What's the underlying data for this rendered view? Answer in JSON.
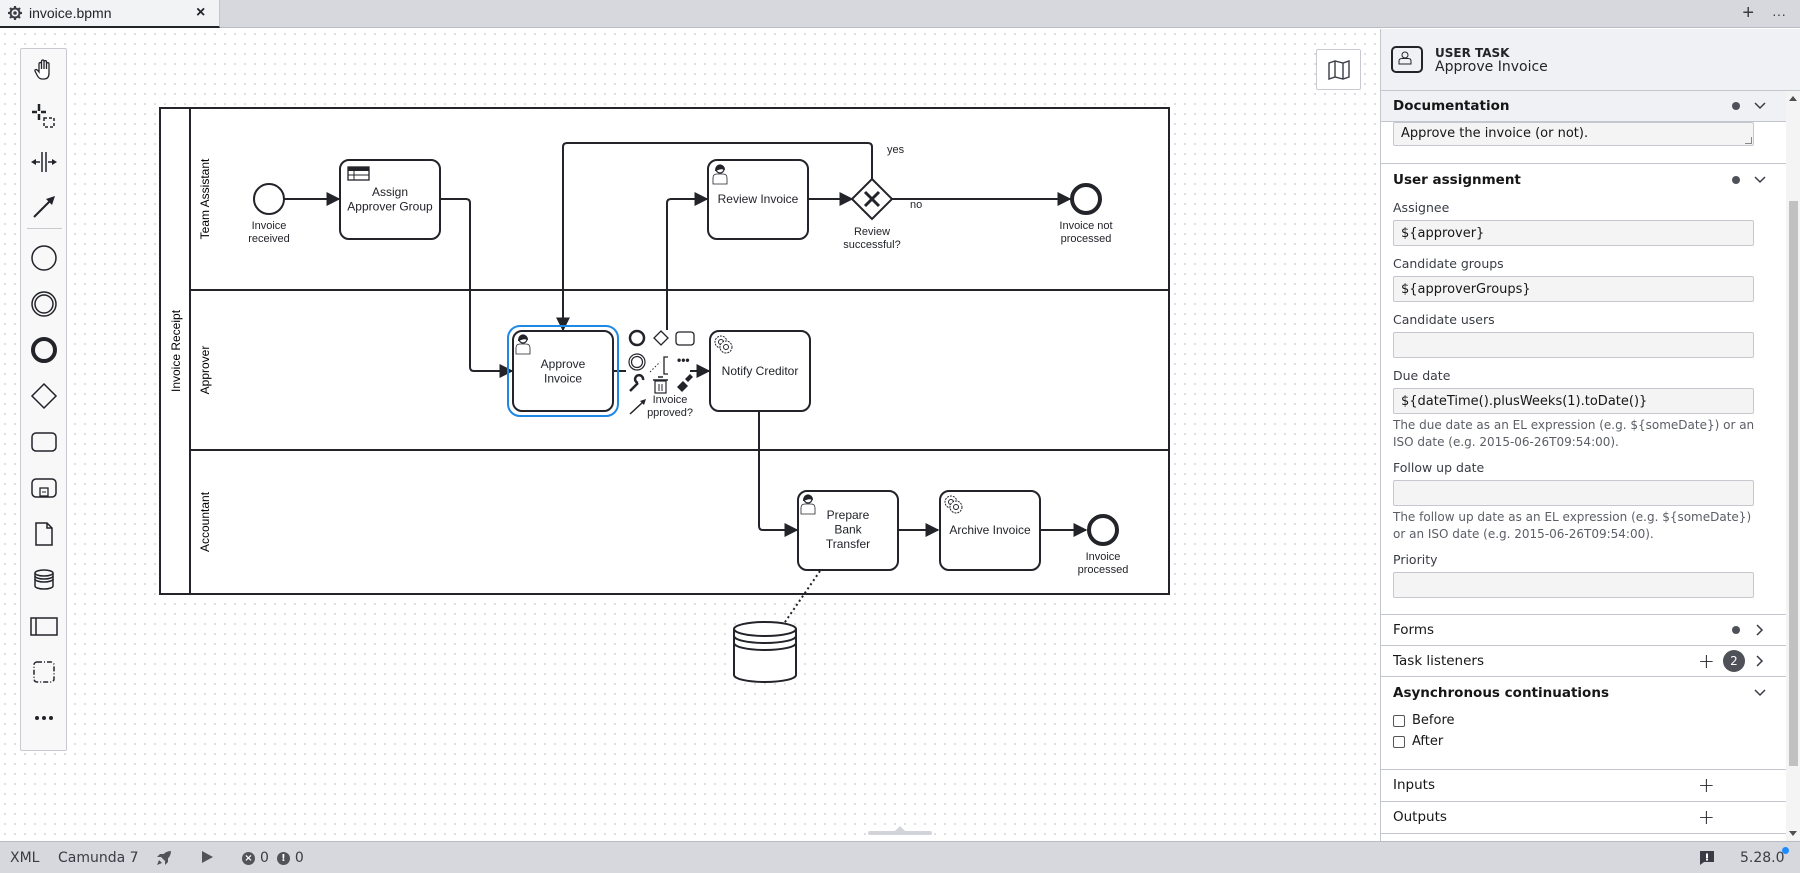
{
  "tabbar": {
    "tab_label": "invoice.bpmn",
    "close_symbol": "×",
    "add_symbol": "+",
    "more_symbol": "···"
  },
  "palette": {
    "tools": [
      {
        "name": "hand-tool",
        "icon": "hand-icon"
      },
      {
        "name": "lasso-tool",
        "icon": "lasso-icon"
      },
      {
        "name": "space-tool",
        "icon": "space-icon"
      },
      {
        "name": "global-connect-tool",
        "icon": "connect-arrow-icon"
      },
      {
        "name": "create-start-event",
        "icon": "start-event-icon"
      },
      {
        "name": "create-intermediate-event",
        "icon": "intermediate-event-icon"
      },
      {
        "name": "create-end-event",
        "icon": "end-event-icon"
      },
      {
        "name": "create-gateway",
        "icon": "gateway-icon"
      },
      {
        "name": "create-task",
        "icon": "task-icon"
      },
      {
        "name": "create-subprocess",
        "icon": "subprocess-icon"
      },
      {
        "name": "create-data-object",
        "icon": "data-object-icon"
      },
      {
        "name": "create-data-store",
        "icon": "data-store-icon"
      },
      {
        "name": "create-pool",
        "icon": "pool-icon"
      },
      {
        "name": "create-group",
        "icon": "group-icon"
      },
      {
        "name": "more-tools",
        "icon": "more-icon"
      }
    ]
  },
  "diagram": {
    "pool": "Invoice Receipt",
    "lanes": [
      "Team Assistant",
      "Approver",
      "Accountant"
    ],
    "elements": {
      "start": "Invoice\nreceived",
      "assign": "Assign\nApprover Group",
      "review": "Review Invoice",
      "gateway_review": "Review\nsuccessful?",
      "end_not_processed": "Invoice not\nprocessed",
      "approve": "Approve\nInvoice",
      "gateway_approved": "Invoice\npproved?",
      "notify": "Notify Creditor",
      "prepare": "Prepare\nBank\nTransfer",
      "archive": "Archive Invoice",
      "end_processed": "Invoice\nprocessed"
    },
    "flow_labels": {
      "yes": "yes",
      "no": "no"
    },
    "selection_color": "#1e88e5"
  },
  "properties": {
    "element_type": "USER TASK",
    "element_name": "Approve Invoice",
    "documentation": {
      "title": "Documentation",
      "value": "Approve the invoice (or not)."
    },
    "user_assignment": {
      "title": "User assignment",
      "fields": [
        {
          "label": "Assignee",
          "value": "${approver}"
        },
        {
          "label": "Candidate groups",
          "value": "${approverGroups}"
        },
        {
          "label": "Candidate users",
          "value": ""
        },
        {
          "label": "Due date",
          "value": "${dateTime().plusWeeks(1).toDate()}",
          "description": "The due date as an EL expression (e.g. ${someDate}) or an ISO date (e.g. 2015-06-26T09:54:00)."
        },
        {
          "label": "Follow up date",
          "value": "",
          "description": "The follow up date as an EL expression (e.g. ${someDate}) or an ISO date (e.g. 2015-06-26T09:54:00)."
        },
        {
          "label": "Priority",
          "value": ""
        }
      ]
    },
    "forms": {
      "title": "Forms"
    },
    "task_listeners": {
      "title": "Task listeners",
      "count": "2"
    },
    "async": {
      "title": "Asynchronous continuations",
      "before": {
        "label": "Before",
        "checked": false
      },
      "after": {
        "label": "After",
        "checked": false
      }
    },
    "inputs": {
      "title": "Inputs"
    },
    "outputs": {
      "title": "Outputs"
    }
  },
  "statusbar": {
    "xml": "XML",
    "engine": "Camunda 7",
    "errors": "0",
    "warnings": "0",
    "version": "5.28.0"
  }
}
